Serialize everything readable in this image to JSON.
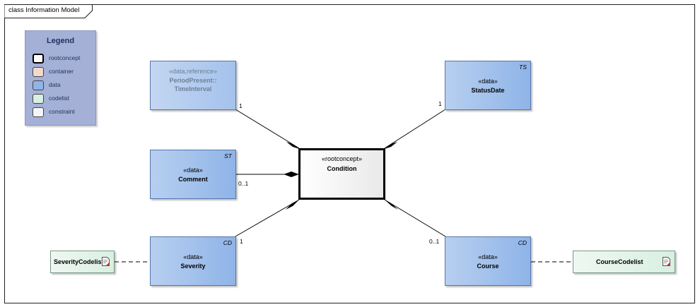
{
  "frame": {
    "title": "class Information Model"
  },
  "legend": {
    "title": "Legend",
    "items": [
      {
        "label": "rootconcept",
        "color": "#ffffff",
        "border": "#000000"
      },
      {
        "label": "container",
        "color": "#f2d9cc",
        "border": "#555555"
      },
      {
        "label": "data",
        "color": "#8fb4e8",
        "border": "#555555"
      },
      {
        "label": "codelist",
        "color": "#d9efe2",
        "border": "#555555"
      },
      {
        "label": "constraint",
        "color": "#f4f4fb",
        "border": "#555555"
      }
    ]
  },
  "root": {
    "stereotype": "«rootconcept»",
    "name": "Condition"
  },
  "classes": {
    "period_present": {
      "stereotype": "«data,reference»",
      "name_line1": "PeriodPresent::",
      "name_line2": "TimeInterval",
      "tag": ""
    },
    "status_date": {
      "stereotype": "«data»",
      "name": "StatusDate",
      "tag": "TS"
    },
    "comment": {
      "stereotype": "«data»",
      "name": "Comment",
      "tag": "ST"
    },
    "severity": {
      "stereotype": "«data»",
      "name": "Severity",
      "tag": "CD"
    },
    "course": {
      "stereotype": "«data»",
      "name": "Course",
      "tag": "CD"
    }
  },
  "codelists": {
    "severity": {
      "name": "SeverityCodelist",
      "icon": "document-icon"
    },
    "course": {
      "name": "CourseCodelist",
      "icon": "document-icon"
    }
  },
  "multiplicities": {
    "period_present": "1",
    "status_date": "1",
    "comment": "0..1",
    "severity": "1",
    "course": "0..1"
  },
  "colors": {
    "data_fill": "#8fb4e8",
    "codelist_fill": "#d9efe2",
    "root_border": "#000000",
    "legend_fill": "#a4b0d6"
  }
}
